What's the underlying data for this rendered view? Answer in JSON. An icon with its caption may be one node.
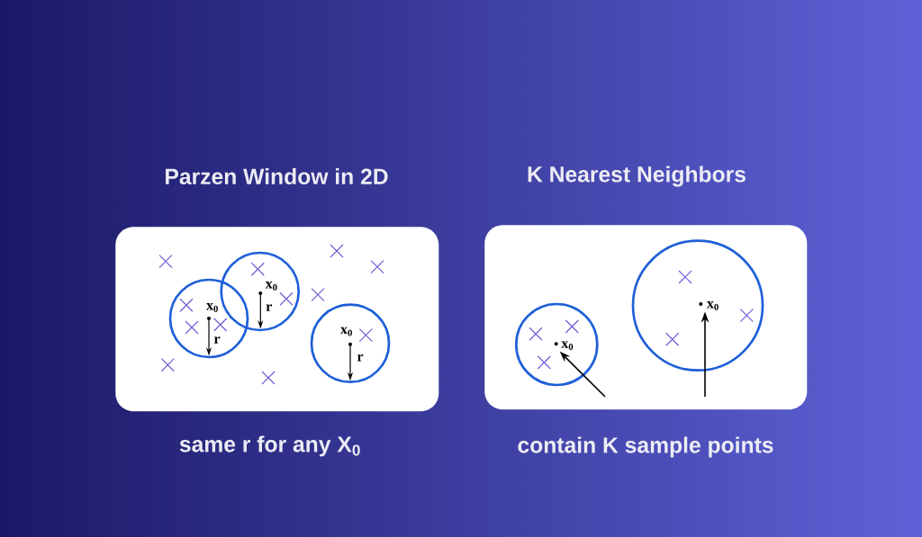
{
  "diagram": {
    "nodes": [
      {
        "text": [
          "Parzen Window in 2D"
        ],
        "beside": [
          "same r for any X$_{0}$"
        ]
      },
      {
        "text": [
          "x$_{0}$",
          "r"
        ],
        "in": 0
      },
      {
        "text": [
          "x$_{0}$",
          "r"
        ],
        "in": 0
      },
      {
        "text": [
          "x$_{0}$",
          "r"
        ],
        "in": 0
      },
      {
        "text": [
          "K Nearest Neighbors"
        ],
        "beside": [
          "contain K sample points"
        ]
      },
      {
        "text": [],
        "shape": "circle",
        "in": 4
      },
      {
        "text": [
          "x$_{0}$"
        ],
        "in": 5
      },
      {
        "text": [],
        "shape": "circle",
        "in": 4
      },
      {
        "text": [
          "x$_{0}$"
        ],
        "in": 7
      }
    ],
    "edges": [
      {
        "from": null,
        "to": 6,
        "arrow": "to"
      },
      {
        "from": null,
        "to": 8,
        "arrow": "to"
      }
    ]
  }
}
